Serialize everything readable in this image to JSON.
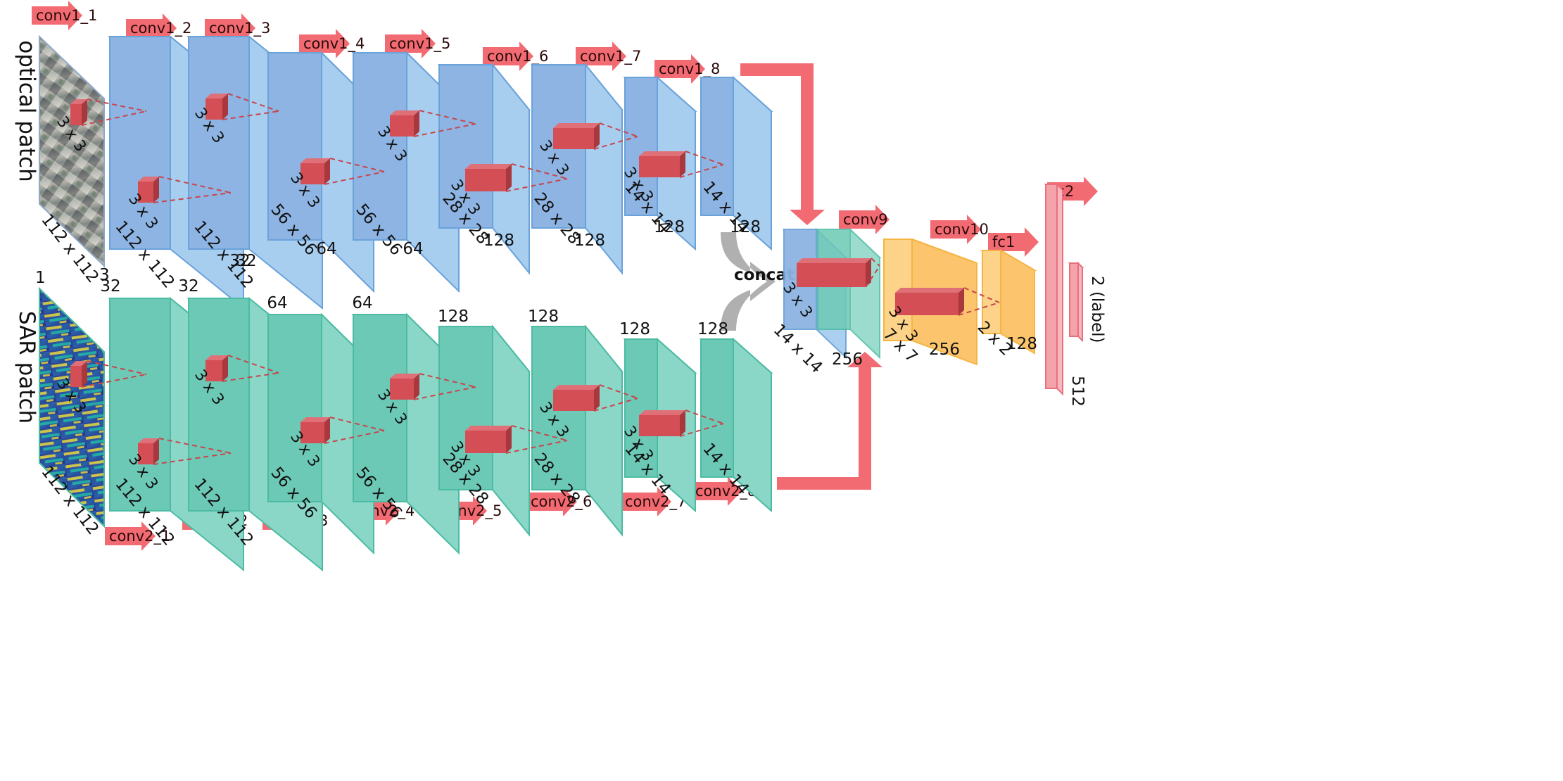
{
  "colors": {
    "optical_face": "#8db4e2",
    "optical_side": "#a7cdef",
    "optical_top": "#c4def6",
    "optical_edge": "#6aa2da",
    "sar_face": "#6cc9b5",
    "sar_side": "#8ad7c7",
    "sar_top": "#aee4d8",
    "sar_edge": "#4bbba2",
    "fusion_face": "#fdd38a",
    "fusion_side": "#fcc56d",
    "fusion_top": "#fde4b5",
    "fusion_edge": "#f5b544",
    "fc_bar": "#f4a3ab",
    "fc_edge": "#e8707c",
    "arrow": "#f26b73",
    "arrow_text": "#2a0a0a",
    "kernel": "#d44e55",
    "kernel_edge": "#a8383e",
    "concat_arrow": "#b0b0b0",
    "concat_text": "#ffffff",
    "heat_a": "#2c3d8f",
    "heat_b": "#24b3a6",
    "heat_c": "#e8d83c"
  },
  "inputs": {
    "optical_label": "optical patch",
    "sar_label": "SAR patch",
    "optical_size": "112 x 112",
    "optical_channels": "3",
    "sar_size": "112 x 112",
    "sar_channels": "1",
    "optical_kernel": "3 x 3",
    "sar_kernel": "3 x 3"
  },
  "optical_branch": {
    "ops": [
      "conv1_1",
      "conv1_2",
      "conv1_3",
      "conv1_4",
      "conv1_5",
      "conv1_6",
      "conv1_7",
      "conv1_8"
    ],
    "blocks": [
      {
        "size": "112 x 112",
        "channels": "32"
      },
      {
        "size": "112 x 112",
        "channels": "32"
      },
      {
        "size": "56 x 56",
        "channels": "64"
      },
      {
        "size": "56 x 56",
        "channels": "64"
      },
      {
        "size": "28 x 28",
        "channels": "128"
      },
      {
        "size": "28 x 28",
        "channels": "128"
      },
      {
        "size": "14 x 14",
        "channels": "128"
      },
      {
        "size": "14 x 14",
        "channels": "128"
      }
    ],
    "kernel_label": "3 x 3"
  },
  "sar_branch": {
    "ops": [
      "conv2_1",
      "conv2_2",
      "conv2_3",
      "conv2_4",
      "conv2_5",
      "conv2_6",
      "conv2_7",
      "conv2_8"
    ],
    "blocks": [
      {
        "size": "112 x 112",
        "channels": "32"
      },
      {
        "size": "112 x 112",
        "channels": "32"
      },
      {
        "size": "56 x 56",
        "channels": "64"
      },
      {
        "size": "56 x 56",
        "channels": "64"
      },
      {
        "size": "28 x 28",
        "channels": "128"
      },
      {
        "size": "28 x 28",
        "channels": "128"
      },
      {
        "size": "14 x 14",
        "channels": "128"
      },
      {
        "size": "14 x 14",
        "channels": "128"
      }
    ],
    "kernel_label": "3 x 3"
  },
  "fusion": {
    "concat_label": "concat.",
    "concat_size": "14 x 14",
    "concat_channels": "256",
    "concat_kernel": "3 x 3",
    "conv9": "conv9",
    "conv9_size": "7 x 7",
    "conv9_channels": "256",
    "conv9_kernel": "3 x 3",
    "conv10": "conv10",
    "conv10_size": "2 x 2",
    "conv10_channels": "128",
    "fc1": "fc1",
    "fc1_units": "512",
    "fc2": "fc2",
    "output_label": "2 (label)"
  }
}
